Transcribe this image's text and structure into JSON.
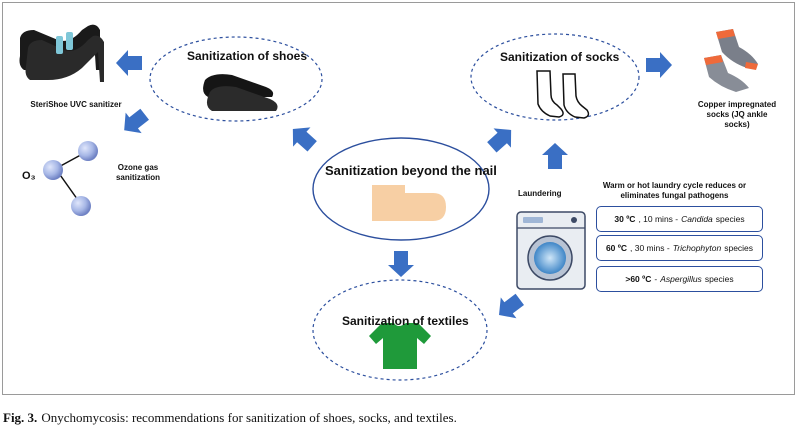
{
  "labels": {
    "center": "Sanitization beyond the nail",
    "shoes": "Sanitization of shoes",
    "socks": "Sanitization of socks",
    "textiles": "Sanitization of textiles",
    "sterishoe": "SteriShoe UVC sanitizer",
    "ozone_formula": "O₃",
    "ozone": "Ozone gas sanitization",
    "copper": "Copper impregnated socks (JQ ankle socks)",
    "laundering": "Laundering",
    "laundry_note": "Warm or hot laundry cycle reduces or eliminates fungal pathogens"
  },
  "conditions": [
    {
      "temp": "30 ºC",
      "time": ", 10 mins - ",
      "organism": "Candida",
      "suffix": " species"
    },
    {
      "temp": "60 ºC",
      "time": ", 30 mins - ",
      "organism": "Trichophyton",
      "suffix": " species"
    },
    {
      "temp": ">60 ºC",
      "time": " - ",
      "organism": "Aspergillus",
      "suffix": " species"
    }
  ],
  "caption": {
    "label": "Fig. 3.",
    "text": "Onychomycosis: recommendations for sanitization of shoes, socks, and textiles."
  },
  "colors": {
    "arrow": "#3a6fc4",
    "ellipse_border": "#2c4f9e",
    "shirt": "#1f9a3a",
    "nail": "#f7cfa4",
    "sphere": "#a7b7e6"
  }
}
